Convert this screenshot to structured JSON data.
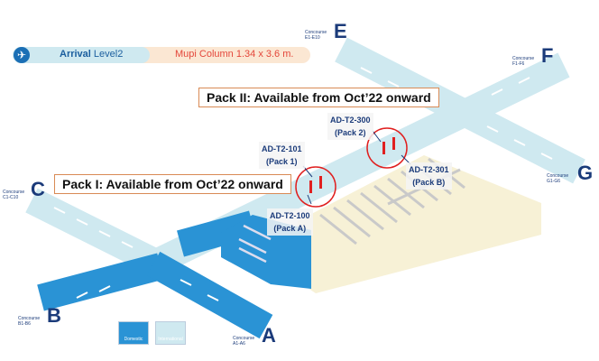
{
  "header": {
    "icon": "airplane-arrival-icon",
    "arrival": "Arrival",
    "level": "Level2",
    "mupi": "Mupi Column 1.34 x 3.6 m."
  },
  "packs": {
    "pack1": "Pack I: Available from Oct’22 onward",
    "pack2": "Pack II: Available from Oct’22 onward"
  },
  "locations": [
    {
      "code": "AD-T2-101",
      "pack": "(Pack 1)"
    },
    {
      "code": "AD-T2-100",
      "pack": "(Pack A)"
    },
    {
      "code": "AD-T2-300",
      "pack": "(Pack 2)"
    },
    {
      "code": "AD-T2-301",
      "pack": "(Pack B)"
    }
  ],
  "concourses": [
    {
      "letter": "A",
      "label": "Concourse",
      "range": "A1-A6"
    },
    {
      "letter": "B",
      "label": "Concourse",
      "range": "B1-B6"
    },
    {
      "letter": "C",
      "label": "Concourse",
      "range": "C1-C10"
    },
    {
      "letter": "E",
      "label": "Concourse",
      "range": "E1-E10"
    },
    {
      "letter": "F",
      "label": "Concourse",
      "range": "F1-F6"
    },
    {
      "letter": "G",
      "label": "Concourse",
      "range": "G1-G6"
    }
  ],
  "legend": {
    "domestic": "Domestic",
    "international": "International"
  },
  "colors": {
    "domestic": "#2a93d5",
    "international": "#cfe9f0",
    "terminal": "#f7f1d6",
    "highlight": "#e02020"
  }
}
